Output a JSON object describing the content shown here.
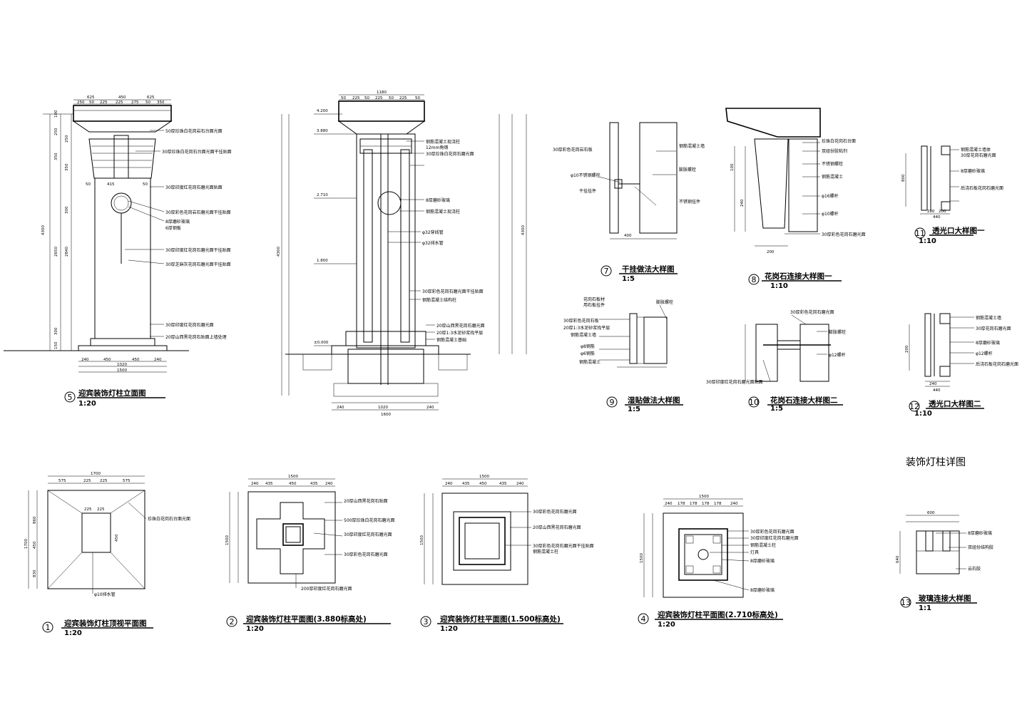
{
  "sheet_title": "装饰灯柱详图",
  "details": [
    {
      "num": "5",
      "title": "迎宾装饰灯柱立面图",
      "scale": "1:20"
    },
    {
      "num": "7",
      "title": "干挂做法大样图",
      "scale": "1:5"
    },
    {
      "num": "8",
      "title": "花岗石连接大样图一",
      "scale": "1:10"
    },
    {
      "num": "11",
      "title": "透光口大样图一",
      "scale": "1:10"
    },
    {
      "num": "9",
      "title": "湿贴做法大样图",
      "scale": "1:5"
    },
    {
      "num": "10",
      "title": "花岗石连接大样图二",
      "scale": "1:5"
    },
    {
      "num": "12",
      "title": "透光口大样图二",
      "scale": "1:10"
    },
    {
      "num": "1",
      "title": "迎宾装饰灯柱顶视平面图",
      "scale": "1:20"
    },
    {
      "num": "2",
      "title": "迎宾装饰灯柱平面图(3.880标高处)",
      "scale": "1:20"
    },
    {
      "num": "3",
      "title": "迎宾装饰灯柱平面图(1.500标高处)",
      "scale": "1:20"
    },
    {
      "num": "4",
      "title": "迎宾装饰灯柱平面图(2.710标高处)",
      "scale": "1:20"
    },
    {
      "num": "13",
      "title": "玻璃连接大样图",
      "scale": "1:1"
    }
  ],
  "dims": {
    "elev_top": [
      "625",
      "450",
      "625"
    ],
    "elev_top2": [
      "250",
      "50",
      "225",
      "225",
      "275",
      "50",
      "350"
    ],
    "elev_bottom": [
      "240",
      "450",
      "450",
      "240"
    ],
    "elev_bottom2": [
      "1020"
    ],
    "elev_total": "1500",
    "elev_height": "4300",
    "elev_side": [
      "100",
      "250",
      "350",
      "250",
      "350",
      "300",
      "2650",
      "2840",
      "300",
      "150"
    ],
    "elev_mid": [
      "50",
      "415",
      "50"
    ],
    "sec_top": "1180",
    "sec_top2": [
      "50",
      "225",
      "50",
      "225",
      "50",
      "225",
      "50"
    ],
    "sec_height": "4300",
    "sec_bottom": [
      "240",
      "1020",
      "240"
    ],
    "sec_bottom2": "1600",
    "sec_levels": [
      "4.200",
      "3.880",
      "2.710",
      "1.800",
      "±0.000"
    ],
    "plan1_top": "1700",
    "plan1_top2": [
      "575",
      "225",
      "225",
      "575"
    ],
    "plan1_side": [
      "1700",
      "860",
      "450",
      "830"
    ],
    "plan1_inner": [
      "225",
      "225",
      "450"
    ],
    "plan2_top": "1500",
    "plan2_top2": [
      "240",
      "435",
      "450",
      "435",
      "240"
    ],
    "plan3_top": "1500",
    "plan3_top2": [
      "240",
      "435",
      "450",
      "435",
      "240"
    ],
    "plan4_top": "1500",
    "plan4_top2": [
      "240",
      "178",
      "178",
      "178",
      "178",
      "240"
    ],
    "d7_dim": "400",
    "d8_dim": [
      "100",
      "240",
      "200"
    ],
    "d11_dim": [
      "800",
      "280",
      "200",
      "440"
    ],
    "d12_dim": [
      "200",
      "240",
      "440"
    ],
    "d13_dim": [
      "600",
      "640"
    ]
  },
  "notes": {
    "elev": [
      "50厚珍珠白花岗岩石台面光面",
      "30厚珍珠白花岗石台面光面干挂贴面",
      "30厚印度红花岗石磨光面贴面",
      "30厚彩色花岗岩石磨光面干挂贴面",
      "8厚磨砂玻璃",
      "6厚钢板",
      "30厚印度红花岗石磨光面干挂贴面",
      "30厚芝麻灰花岗石磨光面干挂贴面",
      "30厚印度红花岗石磨光面",
      "20厚山西黑花岗石贴面上墙处理"
    ],
    "sec": [
      "钢筋混凝土现浇柱",
      "12mm角钢",
      "30厚珍珠白花岗石磨光面",
      "8厚磨砂玻璃",
      "钢筋混凝土现浇柱",
      "φ32穿线管",
      "φ32排水管",
      "30厚彩色花岗石磨光面干挂贴面",
      "钢筋混凝土结构柱",
      "20厚山西黑花岗石磨光面",
      "20厚1:3水泥砂浆找平层",
      "钢筋混凝土基础"
    ],
    "d7": [
      "30厚彩色花岗岩石板",
      "钢筋混凝土墙",
      "膨胀螺栓",
      "不锈钢挂件",
      "φ10不锈钢螺栓",
      "干挂挂件"
    ],
    "d8": [
      "珍珠白花岗石台面",
      "双组份胶粘剂",
      "不锈钢螺栓",
      "钢筋混凝土",
      "φ16螺杆",
      "φ10螺杆",
      "30厚彩色花岗石磨光面"
    ],
    "d11": [
      "钢筋混凝土墙体",
      "30厚花岗石磨光面",
      "8厚磨砂玻璃",
      "后浇石板花岗石磨光面"
    ],
    "d9": [
      "花岗石板材",
      "用石板挂件",
      "30厚彩色花岗石板",
      "20厚1:3水泥砂浆找平层",
      "钢筋混凝土墙",
      "膨胀螺栓",
      "φ8钢筋",
      "φ6钢筋",
      "钢筋混凝土"
    ],
    "d10": [
      "30厚彩色花岗石磨光面",
      "膨胀螺栓",
      "φ12螺杆",
      "30厚印度红花岗石磨光面贴面"
    ],
    "d12": [
      "钢筋混凝土墙",
      "30厚花岗石磨光面",
      "8厚磨砂玻璃",
      "φ12螺杆",
      "后浇石板花岗石磨光面"
    ],
    "p1": [
      "珍珠白花岗石台面光面",
      "φ10排水管"
    ],
    "p2": [
      "20厚山西黑花岗石贴面",
      "500厚珍珠白花岗石磨光面",
      "30厚印度红花岗石磨光面",
      "30厚彩色花岗石磨光面",
      "200厚印度红花岗石磨光面"
    ],
    "p3": [
      "30厚彩色花岗石磨光面",
      "20厚山西黑花岗石磨光面",
      "30厚彩色花岗石磨光面干挂贴面",
      "钢筋混凝土柱"
    ],
    "p4": [
      "30厚彩色花岗石磨光面",
      "30厚印度红花岗石磨光面",
      "钢筋混凝土柱",
      "灯具",
      "8厚磨砂玻璃",
      "8厚磨砂玻璃"
    ],
    "d13": [
      "8厚磨砂玻璃",
      "双组份结构胶",
      "云石胶"
    ]
  }
}
